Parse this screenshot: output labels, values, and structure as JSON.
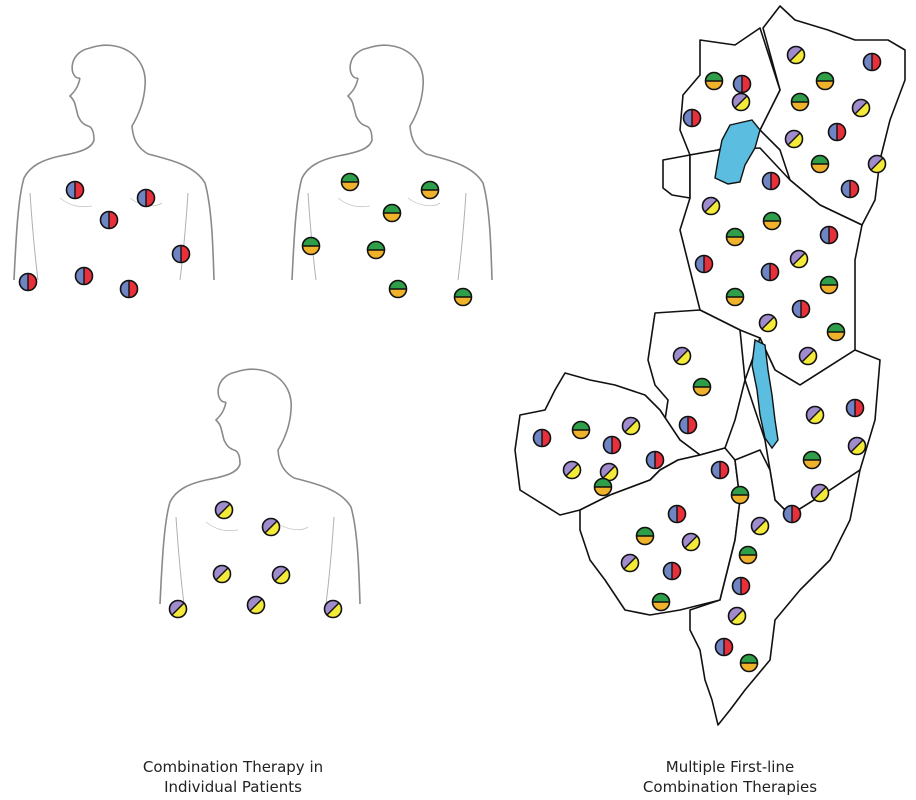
{
  "captions": {
    "individual": {
      "line1": "Combination Therapy in",
      "line2": "Individual Patients"
    },
    "multiple": {
      "line1": "Multiple First-line",
      "line2": "Combination Therapies"
    }
  },
  "colors": {
    "blue": "#6f84c2",
    "red": "#e8303a",
    "green": "#2e9e48",
    "orange": "#f0b22a",
    "purple": "#a08ccc",
    "yellow": "#f4ea3a",
    "lake": "#5bbde0",
    "outline": "#111111",
    "body_outline": "#8a8a8a"
  },
  "pill_types": {
    "split_blue_red": "vertical",
    "split_green_orange": "horizontal",
    "split_purple_yellow": "diagonal"
  }
}
